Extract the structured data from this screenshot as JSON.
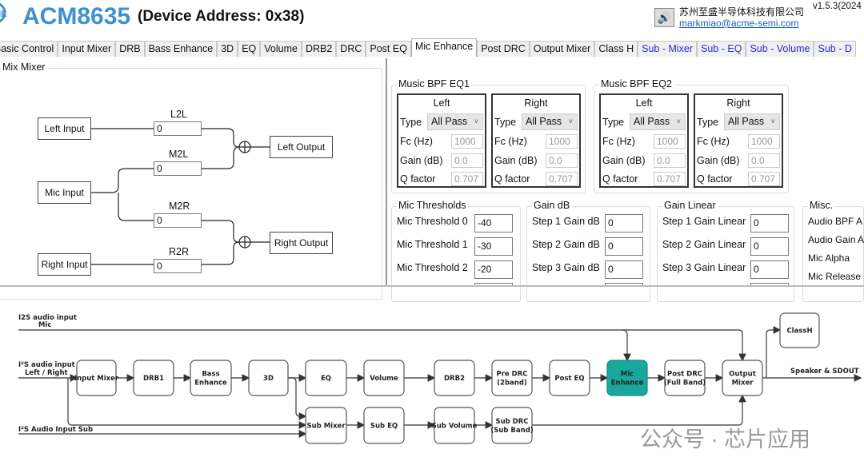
{
  "header": {
    "logo_text": "ME",
    "brand": "ACM8635",
    "device_address": "(Device Address: 0x38)",
    "company": "苏州至盛半导体科技有限公司",
    "email": "markmiao@acme-semi.com",
    "version": "v1.5.3(2024",
    "speaker_icon": "speaker-icon"
  },
  "tabs": [
    {
      "label": "Basic Control"
    },
    {
      "label": "Input Mixer"
    },
    {
      "label": "DRB"
    },
    {
      "label": "Bass Enhance"
    },
    {
      "label": "3D"
    },
    {
      "label": "EQ"
    },
    {
      "label": "Volume"
    },
    {
      "label": "DRB2"
    },
    {
      "label": "DRC"
    },
    {
      "label": "Post EQ"
    },
    {
      "label": "Mic Enhance",
      "active": true
    },
    {
      "label": "Post DRC"
    },
    {
      "label": "Output Mixer"
    },
    {
      "label": "Class H"
    },
    {
      "label": "Sub - Mixer"
    },
    {
      "label": "Sub - EQ"
    },
    {
      "label": "Sub - Volume"
    },
    {
      "label": "Sub - D"
    }
  ],
  "mixer": {
    "title": "Mix Mixer",
    "left_input": "Left Input",
    "mic_input": "Mic Input",
    "right_input": "Right Input",
    "left_output": "Left Output",
    "right_output": "Right Output",
    "gains": {
      "L2L": {
        "label": "L2L",
        "value": "0"
      },
      "M2L": {
        "label": "M2L",
        "value": "0"
      },
      "M2R": {
        "label": "M2R",
        "value": "0"
      },
      "R2R": {
        "label": "R2R",
        "value": "0"
      }
    }
  },
  "bpf": [
    {
      "title": "Music BPF EQ1",
      "channels": [
        {
          "title": "Left",
          "type": "All Pass",
          "fc": "1000",
          "gain": "0.0",
          "q": "0.707"
        },
        {
          "title": "Right",
          "type": "All Pass",
          "fc": "1000",
          "gain": "0.0",
          "q": "0.707"
        }
      ]
    },
    {
      "title": "Music BPF EQ2",
      "channels": [
        {
          "title": "Left",
          "type": "All Pass",
          "fc": "1000",
          "gain": "0.0",
          "q": "0.707"
        },
        {
          "title": "Right",
          "type": "All Pass",
          "fc": "1000",
          "gain": "0.0",
          "q": "0.707"
        }
      ]
    }
  ],
  "bpf_labels": {
    "type": "Type",
    "fc": "Fc (Hz)",
    "gain": "Gain (dB)",
    "q": "Q factor"
  },
  "mic_thresholds": {
    "title": "Mic Thresholds",
    "rows": [
      {
        "label": "Mic Threshold 0",
        "value": "-40"
      },
      {
        "label": "Mic Threshold 1",
        "value": "-30"
      },
      {
        "label": "Mic Threshold 2",
        "value": "-20"
      }
    ]
  },
  "gain_db": {
    "title": "Gain dB",
    "rows": [
      {
        "label": "Step 1 Gain dB",
        "value": "0"
      },
      {
        "label": "Step 2 Gain dB",
        "value": "0"
      },
      {
        "label": "Step 3 Gain dB",
        "value": "0"
      }
    ]
  },
  "gain_linear": {
    "title": "Gain Linear",
    "rows": [
      {
        "label": "Step 1 Gain Linear",
        "value": "0"
      },
      {
        "label": "Step 2 Gain Linear",
        "value": "0"
      },
      {
        "label": "Step 3 Gain Linear",
        "value": "0"
      }
    ]
  },
  "misc": {
    "title": "Misc.",
    "rows": [
      {
        "label": "Audio BPF A"
      },
      {
        "label": "Audio Gain A"
      },
      {
        "label": "Mic Alpha"
      },
      {
        "label": "Mic Release"
      }
    ]
  },
  "diagram": {
    "inputs": {
      "mic": [
        "I2S audio input",
        "Mic"
      ],
      "lr": [
        "I²S audio input",
        "Left / Right"
      ],
      "sub": "I²S Audio Input Sub"
    },
    "output": "Speaker & SDOUT",
    "highlight_color": "#1aa89c",
    "blocks": {
      "input_mixer": [
        "Input Mixer"
      ],
      "drb1": [
        "DRB1"
      ],
      "bass": [
        "Bass",
        "Enhance"
      ],
      "3d": [
        "3D"
      ],
      "eq": [
        "EQ"
      ],
      "volume": [
        "Volume"
      ],
      "drb2": [
        "DRB2"
      ],
      "pre_drc": [
        "Pre DRC",
        "(2band)"
      ],
      "post_eq": [
        "Post EQ"
      ],
      "mic_enhance": [
        "Mic",
        "Enhance"
      ],
      "post_drc": [
        "Post DRC",
        "(Full Band)"
      ],
      "output_mixer": [
        "Output",
        "Mixer"
      ],
      "classh": [
        "ClassH"
      ],
      "sub_mixer": [
        "Sub Mixer"
      ],
      "sub_eq": [
        "Sub EQ"
      ],
      "sub_volume": [
        "Sub Volume"
      ],
      "sub_drc": [
        "Sub DRC",
        "(Sub Band)"
      ]
    }
  },
  "watermark": "公众号 · 芯片应用"
}
